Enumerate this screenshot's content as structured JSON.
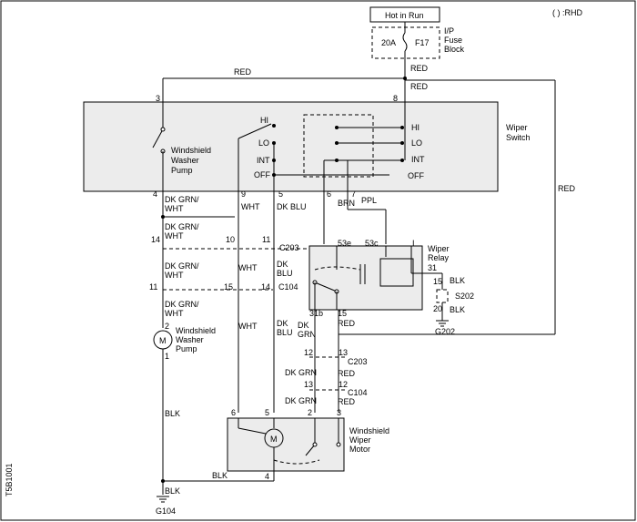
{
  "header": {
    "rhd_note": "( ) :RHD",
    "code": "T5B1001"
  },
  "supply": {
    "hot_in_run": "Hot in Run",
    "fuse_amp": "20A",
    "fuse_id": "F17",
    "ip_fuse_l1": "I/P",
    "ip_fuse_l2": "Fuse",
    "ip_fuse_l3": "Block"
  },
  "wires": {
    "red_top": "RED",
    "red_fuse": "RED",
    "red_right": "RED",
    "red_8": "RED",
    "dkgrn_wht_1a": "DK GRN/",
    "dkgrn_wht_1b": "WHT",
    "dkgrn_wht_2a": "DK GRN/",
    "dkgrn_wht_2b": "WHT",
    "dkgrn_wht_3a": "DK GRN/",
    "dkgrn_wht_3b": "WHT",
    "dkgrn_wht_4a": "DK GRN/",
    "dkgrn_wht_4b": "WHT",
    "wht_1": "WHT",
    "wht_2": "WHT",
    "wht_3": "WHT",
    "dkblu_1": "DK BLU",
    "dkblu_2a": "DK",
    "dkblu_2b": "BLU",
    "dkblu_3a": "DK",
    "dkblu_3b": "BLU",
    "brn": "BRN",
    "ppl": "PPL",
    "dkgrn_1a": "DK",
    "dkgrn_1b": "GRN",
    "dkgrn_2": "DK GRN",
    "dkgrn_3": "DK GRN",
    "red_r1": "RED",
    "red_r2": "RED",
    "red_r3": "RED",
    "blk_s1": "BLK",
    "blk_s2": "BLK",
    "blk_main": "BLK",
    "blk_bottom": "BLK",
    "blk_ground": "BLK"
  },
  "pins": {
    "p3": "3",
    "p8": "8",
    "p4": "4",
    "p9": "9",
    "p5": "5",
    "p6": "6",
    "p7": "7",
    "p14": "14",
    "p10": "10",
    "p11": "11",
    "p53e": "53e",
    "p53c": "53c",
    "pI": "I",
    "p31": "31",
    "p11b": "11",
    "p15": "15",
    "p14b": "14",
    "p15r": "15",
    "p20": "20",
    "p31b": "31b",
    "p15b": "15",
    "p12": "12",
    "p13": "13",
    "p12b": "12",
    "p13b": "13",
    "p2": "2",
    "p1": "1",
    "m6": "6",
    "m5": "5",
    "m2": "2",
    "m3": "3",
    "m4": "4"
  },
  "connectors": {
    "c203": "C203",
    "c104": "C104",
    "c203b": "C203",
    "c104b": "C104"
  },
  "wiper_switch": {
    "name_l1": "Wiper",
    "name_l2": "Switch",
    "hi_left": "HI",
    "lo_left": "LO",
    "int_left": "INT",
    "off_left": "OFF",
    "hi_right": "HI",
    "lo_right": "LO",
    "int_right": "INT",
    "off_right": "OFF",
    "washer_l1": "Windshield",
    "washer_l2": "Washer",
    "washer_l3": "Pump"
  },
  "relay": {
    "name_l1": "Wiper",
    "name_l2": "Relay"
  },
  "splice": "S202",
  "washer_pump": {
    "l1": "Windshield",
    "l2": "Washer",
    "l3": "Pump",
    "symbol": "M"
  },
  "wiper_motor": {
    "l1": "Windshield",
    "l2": "Wiper",
    "l3": "Motor",
    "symbol": "M"
  },
  "grounds": {
    "g202": "G202",
    "g104": "G104"
  }
}
